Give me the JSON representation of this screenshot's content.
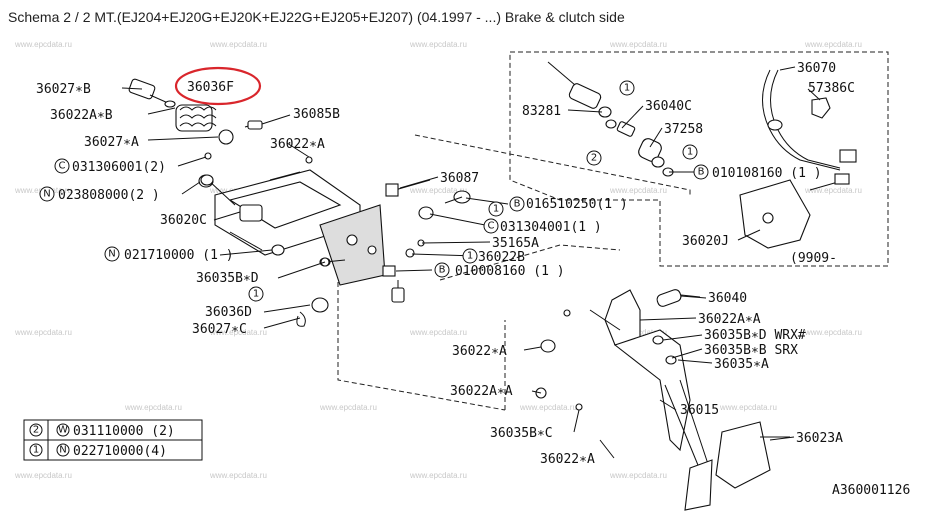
{
  "header": {
    "title": "Schema 2 / 2 MT.(EJ204+EJ20G+EJ20K+EJ22G+EJ205+EJ207) (04.1997 - ...) Brake & clutch side"
  },
  "watermark": "www.epcdata.ru",
  "colors": {
    "highlight": "#d9262c",
    "line": "#111111",
    "watermark": "#c8c8c8"
  },
  "highlighted_part": "36036F",
  "labels": {
    "p36027B": "36027∗B",
    "p36036F": "36036F",
    "p36022AB": "36022A∗B",
    "p36085B": "36085B",
    "p36027A": "36027∗A",
    "p36022A_top": "36022∗A",
    "p031306001": "031306001(2)",
    "p023808000": "023808000(2 )",
    "p36087": "36087",
    "p016510250": "016510250(1 )",
    "p36020C": "36020C",
    "p031304001": "031304001(1 )",
    "p35165A": "35165A",
    "p021710000": "021710000 (1 )",
    "p36022B": "36022B",
    "p36035BD_left": "36035B∗D",
    "p010008160": "010008160 (1 )",
    "p36036D": "36036D",
    "p36027C": "36027∗C",
    "p83281": "83281",
    "p36040C": "36040C",
    "p37258": "37258",
    "p010108160": "010108160 (1 )",
    "p36020J": "36020J",
    "p9909": "(9909-",
    "p36070": "36070",
    "p57386C": "57386C",
    "p36040": "36040",
    "p36022AA_right": "36022A∗A",
    "p36035BD_wrx": "36035B∗D WRX#",
    "p36035BB_srx": "36035B∗B SRX",
    "p36035A": "36035∗A",
    "p36022A_mid": "36022∗A",
    "p36022AA_low": "36022A∗A",
    "p36015": "36015",
    "p36035BC": "36035B∗C",
    "p36023A": "36023A",
    "p36022A_bottom": "36022∗A",
    "diagram_code": "A360001126"
  },
  "markers": {
    "C": "C",
    "N": "N",
    "B": "B",
    "W": "W",
    "one": "1",
    "two": "2"
  },
  "legend": {
    "rows": [
      {
        "key": "2",
        "marker": "W",
        "part": "031110000 (2)"
      },
      {
        "key": "1",
        "marker": "N",
        "part": "022710000(4)"
      }
    ]
  }
}
